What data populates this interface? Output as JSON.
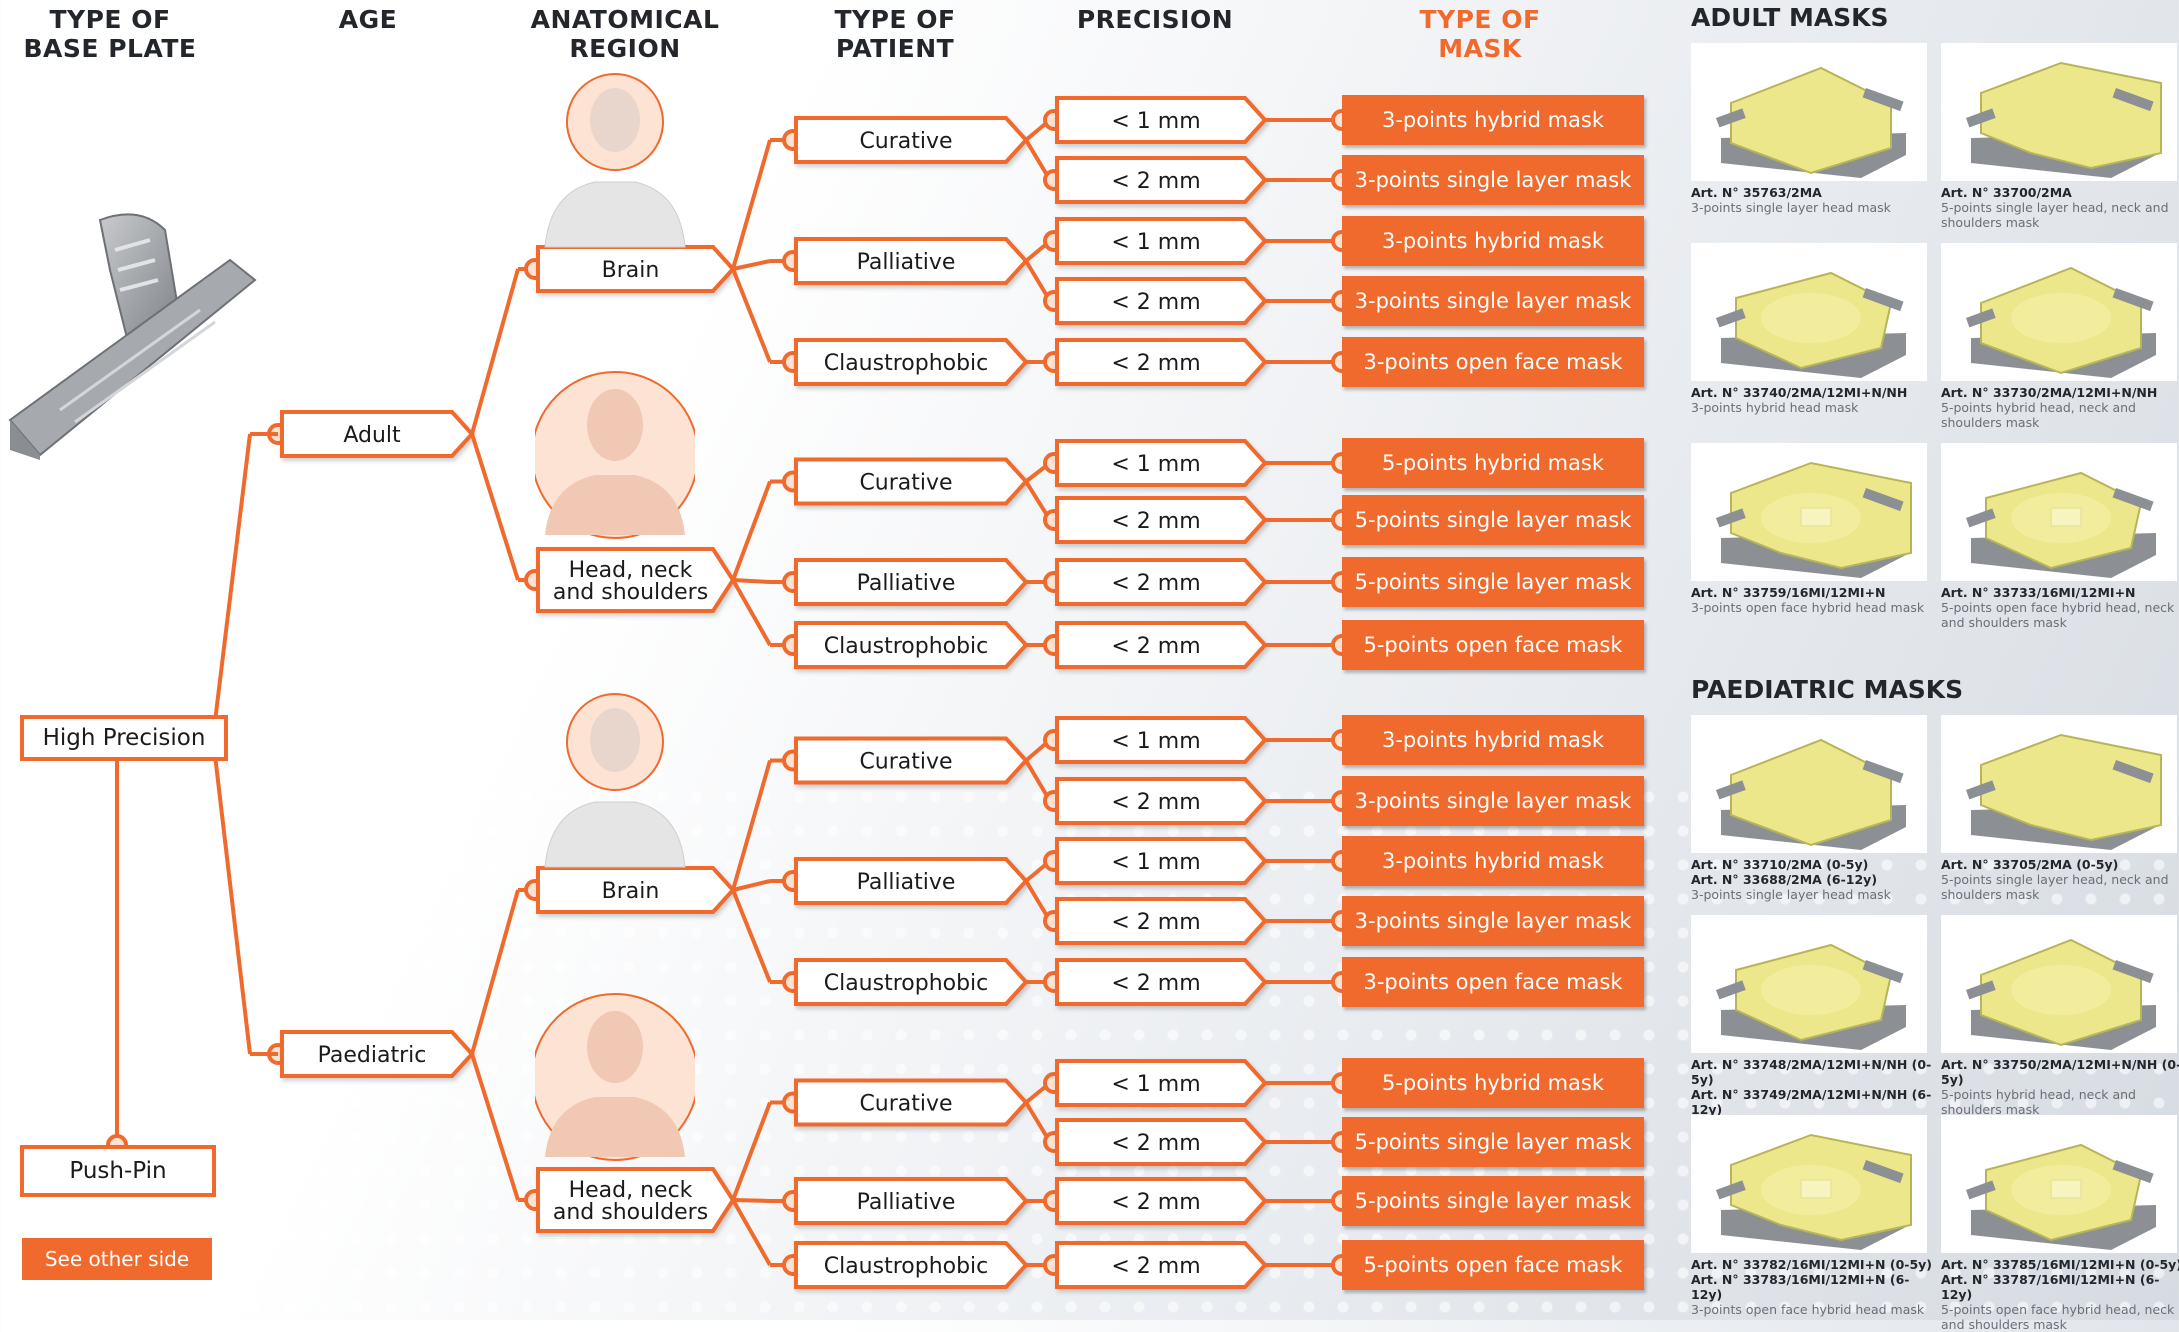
{
  "headers": {
    "base_plate": "TYPE OF\nBASE PLATE",
    "age": "AGE",
    "region": "ANATOMICAL\nREGION",
    "patient": "TYPE OF\nPATIENT",
    "precision": "PRECISION",
    "mask": "TYPE OF\nMASK"
  },
  "base": {
    "high_precision": "High Precision",
    "push_pin": "Push-Pin",
    "see_other": "See other side"
  },
  "ages": [
    "Adult",
    "Paediatric"
  ],
  "regions": [
    "Brain",
    "Head, neck\nand shoulders",
    "Brain",
    "Head, neck\nand shoulders"
  ],
  "patients": [
    "Curative",
    "Palliative",
    "Claustrophobic",
    "Curative",
    "Palliative",
    "Claustrophobic",
    "Curative",
    "Palliative",
    "Claustrophobic",
    "Curative",
    "Palliative",
    "Claustrophobic"
  ],
  "precisions": [
    "< 1 mm",
    "< 2 mm",
    "< 1 mm",
    "< 2 mm",
    "< 2 mm",
    "< 1 mm",
    "< 2 mm",
    "< 2 mm",
    "< 2 mm",
    "< 1 mm",
    "< 2 mm",
    "< 1 mm",
    "< 2 mm",
    "< 2 mm",
    "< 1 mm",
    "< 2 mm",
    "< 2 mm",
    "< 2 mm"
  ],
  "masks": [
    "3-points hybrid mask",
    "3-points single layer mask",
    "3-points hybrid mask",
    "3-points single layer mask",
    "3-points open face mask",
    "5-points hybrid mask",
    "5-points single layer mask",
    "5-points single layer mask",
    "5-points open face mask",
    "3-points hybrid mask",
    "3-points single layer mask",
    "3-points hybrid mask",
    "3-points single layer mask",
    "3-points open face mask",
    "5-points hybrid mask",
    "5-points single layer mask",
    "5-points single layer mask",
    "5-points open face mask"
  ],
  "adult_title": "ADULT MASKS",
  "paed_title": "PAEDIATRIC MASKS",
  "adult_cards": [
    {
      "art": "Art. N° 35763/2MA",
      "desc": "3-points single layer head mask"
    },
    {
      "art": "Art. N° 33700/2MA",
      "desc": "5-points single layer head, neck and shoulders mask"
    },
    {
      "art": "Art. N° 33740/2MA/12MI+N/NH",
      "desc": "3-points hybrid head mask"
    },
    {
      "art": "Art. N° 33730/2MA/12MI+N/NH",
      "desc": "5-points hybrid head, neck and shoulders mask"
    },
    {
      "art": "Art. N° 33759/16MI/12MI+N",
      "desc": "3-points open face hybrid head mask"
    },
    {
      "art": "Art. N° 33733/16MI/12MI+N",
      "desc": "5-points open face hybrid head, neck and shoulders mask"
    }
  ],
  "paed_cards": [
    {
      "art": "Art. N° 33710/2MA (0-5y)\nArt. N° 33688/2MA (6-12y)",
      "desc": "3-points single layer head mask"
    },
    {
      "art": "Art. N° 33705/2MA (0-5y)",
      "desc": "5-points single layer head, neck and shoulders mask"
    },
    {
      "art": "Art. N° 33748/2MA/12MI+N/NH (0-5y)\nArt. N° 33749/2MA/12MI+N/NH (6-12y)",
      "desc": "3-points hybrid head mask"
    },
    {
      "art": "Art. N° 33750/2MA/12MI+N/NH (0-5y)",
      "desc": "5-points hybrid head, neck and shoulders mask"
    },
    {
      "art": "Art. N° 33782/16MI/12MI+N (0-5y)\nArt. N° 33783/16MI/12MI+N (6-12y)",
      "desc": "3-points open face hybrid head mask"
    },
    {
      "art": "Art. N° 33785/16MI/12MI+N (0-5y)\nArt. N° 33787/16MI/12MI+N (6-12y)",
      "desc": "5-points open face hybrid head, neck and shoulders mask"
    }
  ],
  "colors": {
    "accent": "#ef6a2c",
    "text": "#23262b",
    "mask_fill": "#ebe78a"
  }
}
